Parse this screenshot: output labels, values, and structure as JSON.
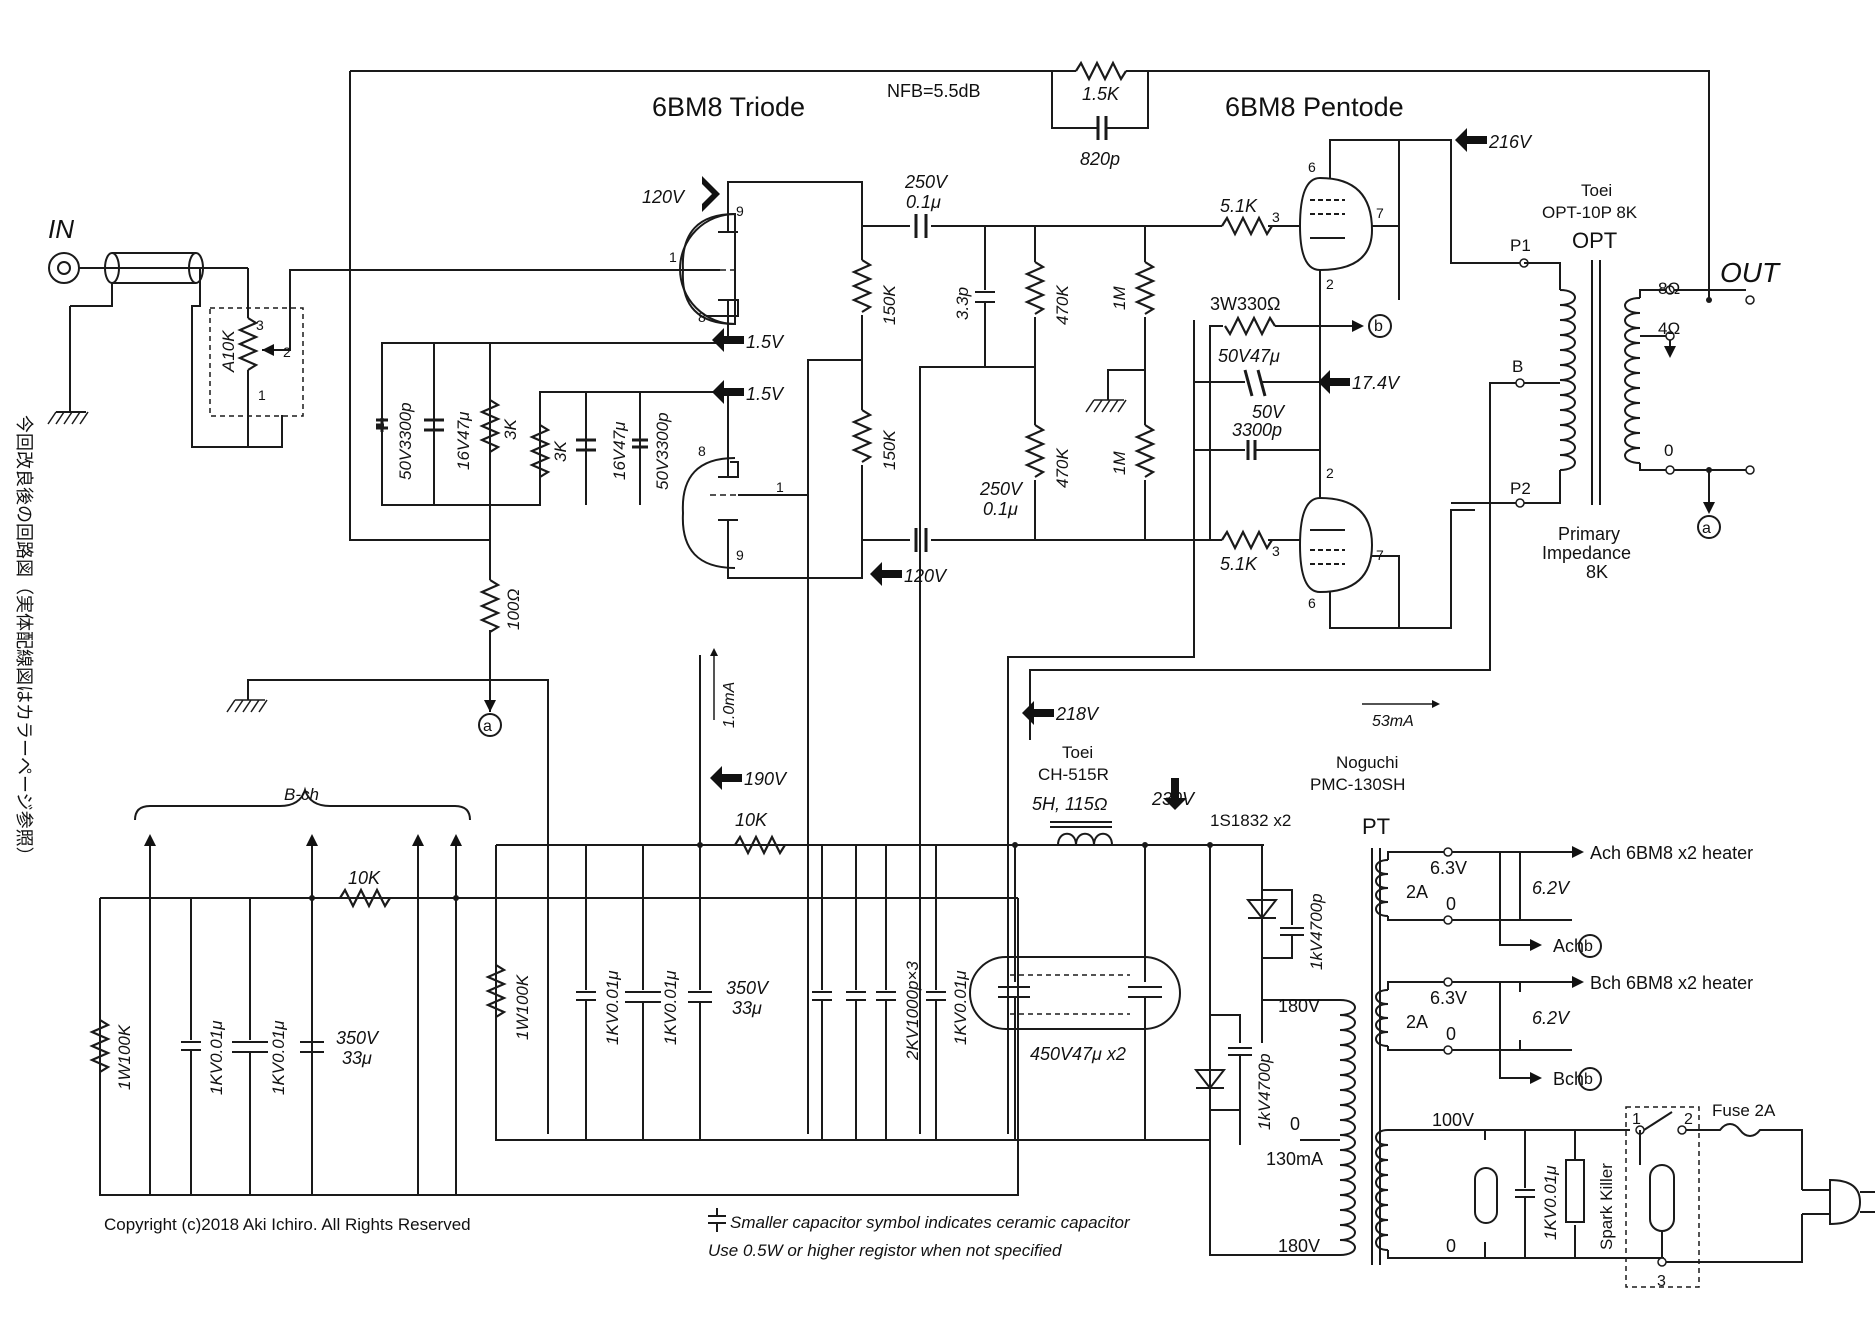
{
  "titles": {
    "triode": "6BM8 Triode",
    "pentode": "6BM8 Pentode",
    "nfb": "NFB=5.5dB"
  },
  "side_caption": "今回改良後の回路図（実体配線図はカラーページ参照）",
  "labels": {
    "in": "IN",
    "out": "OUT",
    "opt_maker": "Toei",
    "opt_model": "OPT-10P 8K",
    "opt": "OPT",
    "p1": "P1",
    "b": "B",
    "p2": "P2",
    "tap_8": "8Ω",
    "tap_4": "4Ω",
    "tap_0": "0",
    "primary_1": "Primary",
    "primary_2": "Impedance",
    "primary_3": "8K",
    "node_a": "a",
    "node_b": "b",
    "choke_maker": "Toei",
    "choke_model": "CH-515R",
    "choke_value": "5H, 115Ω",
    "pt_maker": "Noguchi",
    "pt_model": "PMC-130SH",
    "pt": "PT",
    "rectifier": "1S1832 x2",
    "bch": "B-ch",
    "heater_a": "Ach 6BM8 x2 heater",
    "heater_a_b": "Ach",
    "heater_b": "Bch 6BM8 x2 heater",
    "heater_b_b": "Bch",
    "h_63": "6.3V",
    "h_2a": "2A",
    "h_0": "0",
    "h_62": "6.2V",
    "sec_180_top": "180V",
    "sec_0": "0",
    "sec_130ma": "130mA",
    "sec_180_bot": "180V",
    "pri_100": "100V",
    "pri_0": "0",
    "spark_killer": "Spark Killer",
    "fuse": "Fuse 2A",
    "sw_1": "1",
    "sw_2": "2",
    "sw_3": "3",
    "current_1ma": "1.0mA",
    "current_53ma": "53mA",
    "copyright": "Copyright (c)2018  Aki Ichiro.  All Rights Reserved",
    "note_1": "Smaller capacitor symbol indicates ceramic capacitor",
    "note_2": "Use 0.5W or higher registor when not specified"
  },
  "voltages": {
    "v120_top": "120V",
    "v120_bot": "120V",
    "v15_top": "1.5V",
    "v15_bot": "1.5V",
    "v216": "216V",
    "v174": "17.4V",
    "v218": "218V",
    "v190": "190V",
    "v230": "230V"
  },
  "pins": {
    "t1_9": "9",
    "t1_1": "1",
    "t1_8": "8",
    "t2_8": "8",
    "t2_1": "1",
    "t2_9": "9",
    "p1_6": "6",
    "p1_3": "3",
    "p1_7": "7",
    "p1_2": "2",
    "p2_2": "2",
    "p2_3": "3",
    "p2_7": "7",
    "p2_6": "6",
    "vr_3": "3",
    "vr_2": "2",
    "vr_1": "1"
  },
  "components": {
    "vr": "A10K",
    "c_3300_l": "50V3300p",
    "c_47_l": "16V47μ",
    "r_3k_l": "3K",
    "r_3k_r": "3K",
    "c_47_r": "16V47μ",
    "c_3300_r": "50V3300p",
    "r_100": "100Ω",
    "r_150k_top": "150K",
    "r_150k_bot": "150K",
    "c_cpl_top_v": "250V",
    "c_cpl_top_c": "0.1μ",
    "c_cpl_bot_v": "250V",
    "c_cpl_bot_c": "0.1μ",
    "c_33p": "3.3p",
    "r_470k_top": "470K",
    "r_470k_bot": "470K",
    "r_1m_top": "1M",
    "r_1m_bot": "1M",
    "r_51k_top": "5.1K",
    "r_51k_bot": "5.1K",
    "r_330": "3W330Ω",
    "c_k47": "50V47μ",
    "c_k3300_v": "50V",
    "c_k3300_c": "3300p",
    "r_nfb": "1.5K",
    "c_nfb": "820p",
    "r_bleed_l": "1W100K",
    "c_001_a": "1KV0.01μ",
    "c_001_b": "1KV0.01μ",
    "c_33_l_v": "350V",
    "c_33_l_c": "33μ",
    "r_10k_l": "10K",
    "r_bleed_r": "1W100K",
    "c_001_c": "1KV0.01μ",
    "c_001_d": "1KV0.01μ",
    "c_33_r_v": "350V",
    "c_33_r_c": "33μ",
    "r_10k_r": "10K",
    "c_2kv": "2KV1000p×3",
    "c_001_e": "1KV0.01μ",
    "c_450": "450V47μ x2",
    "c_4700_top": "1kV4700p",
    "c_4700_bot": "1kV4700p",
    "c_001_pri": "1KV0.01μ"
  }
}
